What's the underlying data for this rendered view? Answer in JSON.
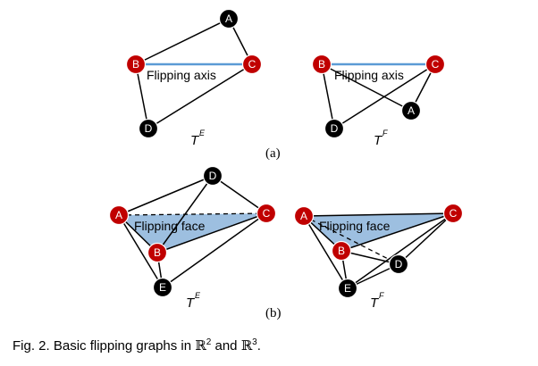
{
  "colors": {
    "red_node": "#c00000",
    "black_node": "#000000",
    "face_fill": "#9dbfe0",
    "axis_line": "#5b9bd5"
  },
  "panel_a": {
    "subfig_label": "(a)",
    "left": {
      "title": "T",
      "sup": "E",
      "axis_label": "Flipping axis",
      "nodes": {
        "A": "A",
        "B": "B",
        "C": "C",
        "D": "D"
      }
    },
    "right": {
      "title": "T",
      "sup": "F",
      "axis_label": "Flipping axis",
      "nodes": {
        "A": "A",
        "B": "B",
        "C": "C",
        "D": "D"
      }
    }
  },
  "panel_b": {
    "subfig_label": "(b)",
    "left": {
      "title": "T",
      "sup": "E",
      "face_label": "Flipping face",
      "nodes": {
        "A": "A",
        "B": "B",
        "C": "C",
        "D": "D",
        "E": "E"
      }
    },
    "right": {
      "title": "T",
      "sup": "F",
      "face_label": "Flipping face",
      "nodes": {
        "A": "A",
        "B": "B",
        "C": "C",
        "D": "D",
        "E": "E"
      }
    }
  },
  "caption": {
    "prefix": "Fig. 2. Basic flipping graphs in ",
    "r": "ℝ",
    "sup2": "2",
    "and": " and ",
    "sup3": "3",
    "end": "."
  }
}
